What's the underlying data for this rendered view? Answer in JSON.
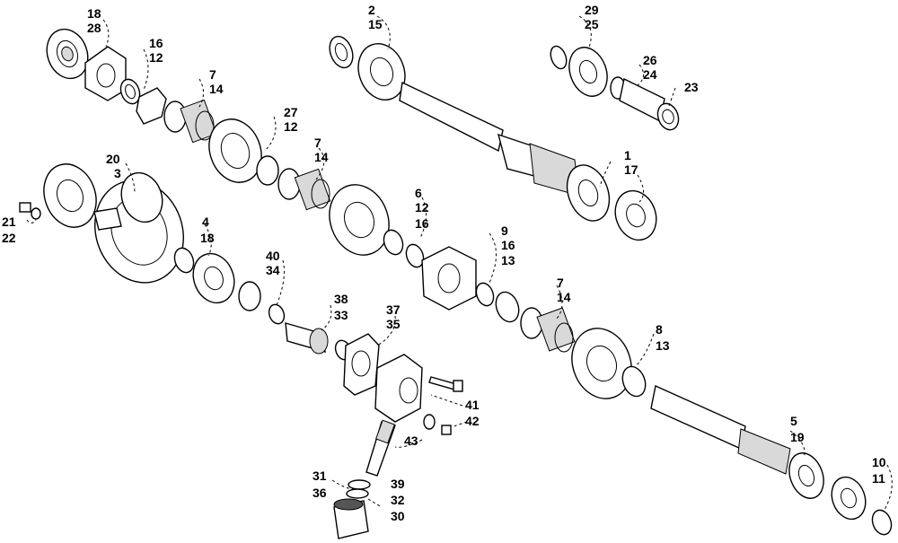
{
  "labels": {
    "l1": "1",
    "l2": "2",
    "l3": "3",
    "l4": "4",
    "l5": "5",
    "l6": "6",
    "l7": "7",
    "l8": "8",
    "l9": "9",
    "l10": "10",
    "l11": "11",
    "l12": "12",
    "l13": "13",
    "l14": "14",
    "l15": "15",
    "l16": "16",
    "l17": "17",
    "l18": "18",
    "l19": "19",
    "l20": "20",
    "l21": "21",
    "l22": "22",
    "l23": "23",
    "l24": "24",
    "l25": "25",
    "l26": "26",
    "l27": "27",
    "l28": "28",
    "l29": "29",
    "l30": "30",
    "l31": "31",
    "l32": "32",
    "l33": "33",
    "l34": "34",
    "l35": "35",
    "l36": "36",
    "l37": "37",
    "l38": "38",
    "l39": "39",
    "l40": "40",
    "l41": "41",
    "l42": "42",
    "l43": "43"
  }
}
